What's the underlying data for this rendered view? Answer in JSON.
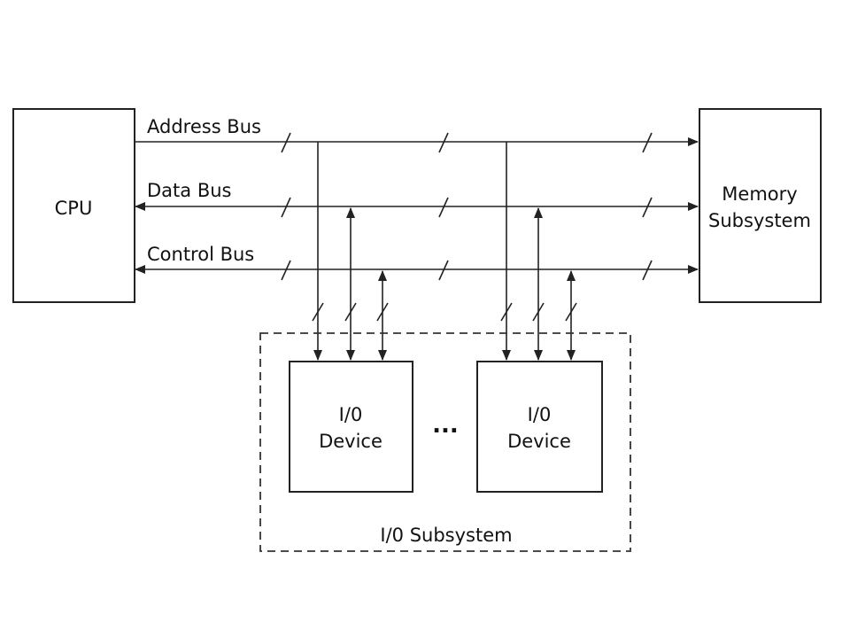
{
  "nodes": {
    "cpu": {
      "label": "CPU"
    },
    "memory": {
      "line1": "Memory",
      "line2": "Subsystem"
    },
    "io_device_1": {
      "line1": "I/0",
      "line2": "Device"
    },
    "io_device_2": {
      "line1": "I/0",
      "line2": "Device"
    },
    "io_subsystem": {
      "label": "I/0 Subsystem"
    },
    "ellipsis": "..."
  },
  "buses": {
    "address": {
      "label": "Address Bus"
    },
    "data": {
      "label": "Data Bus"
    },
    "control": {
      "label": "Control Bus"
    }
  },
  "colors": {
    "stroke": "#222222",
    "background": "#ffffff"
  }
}
